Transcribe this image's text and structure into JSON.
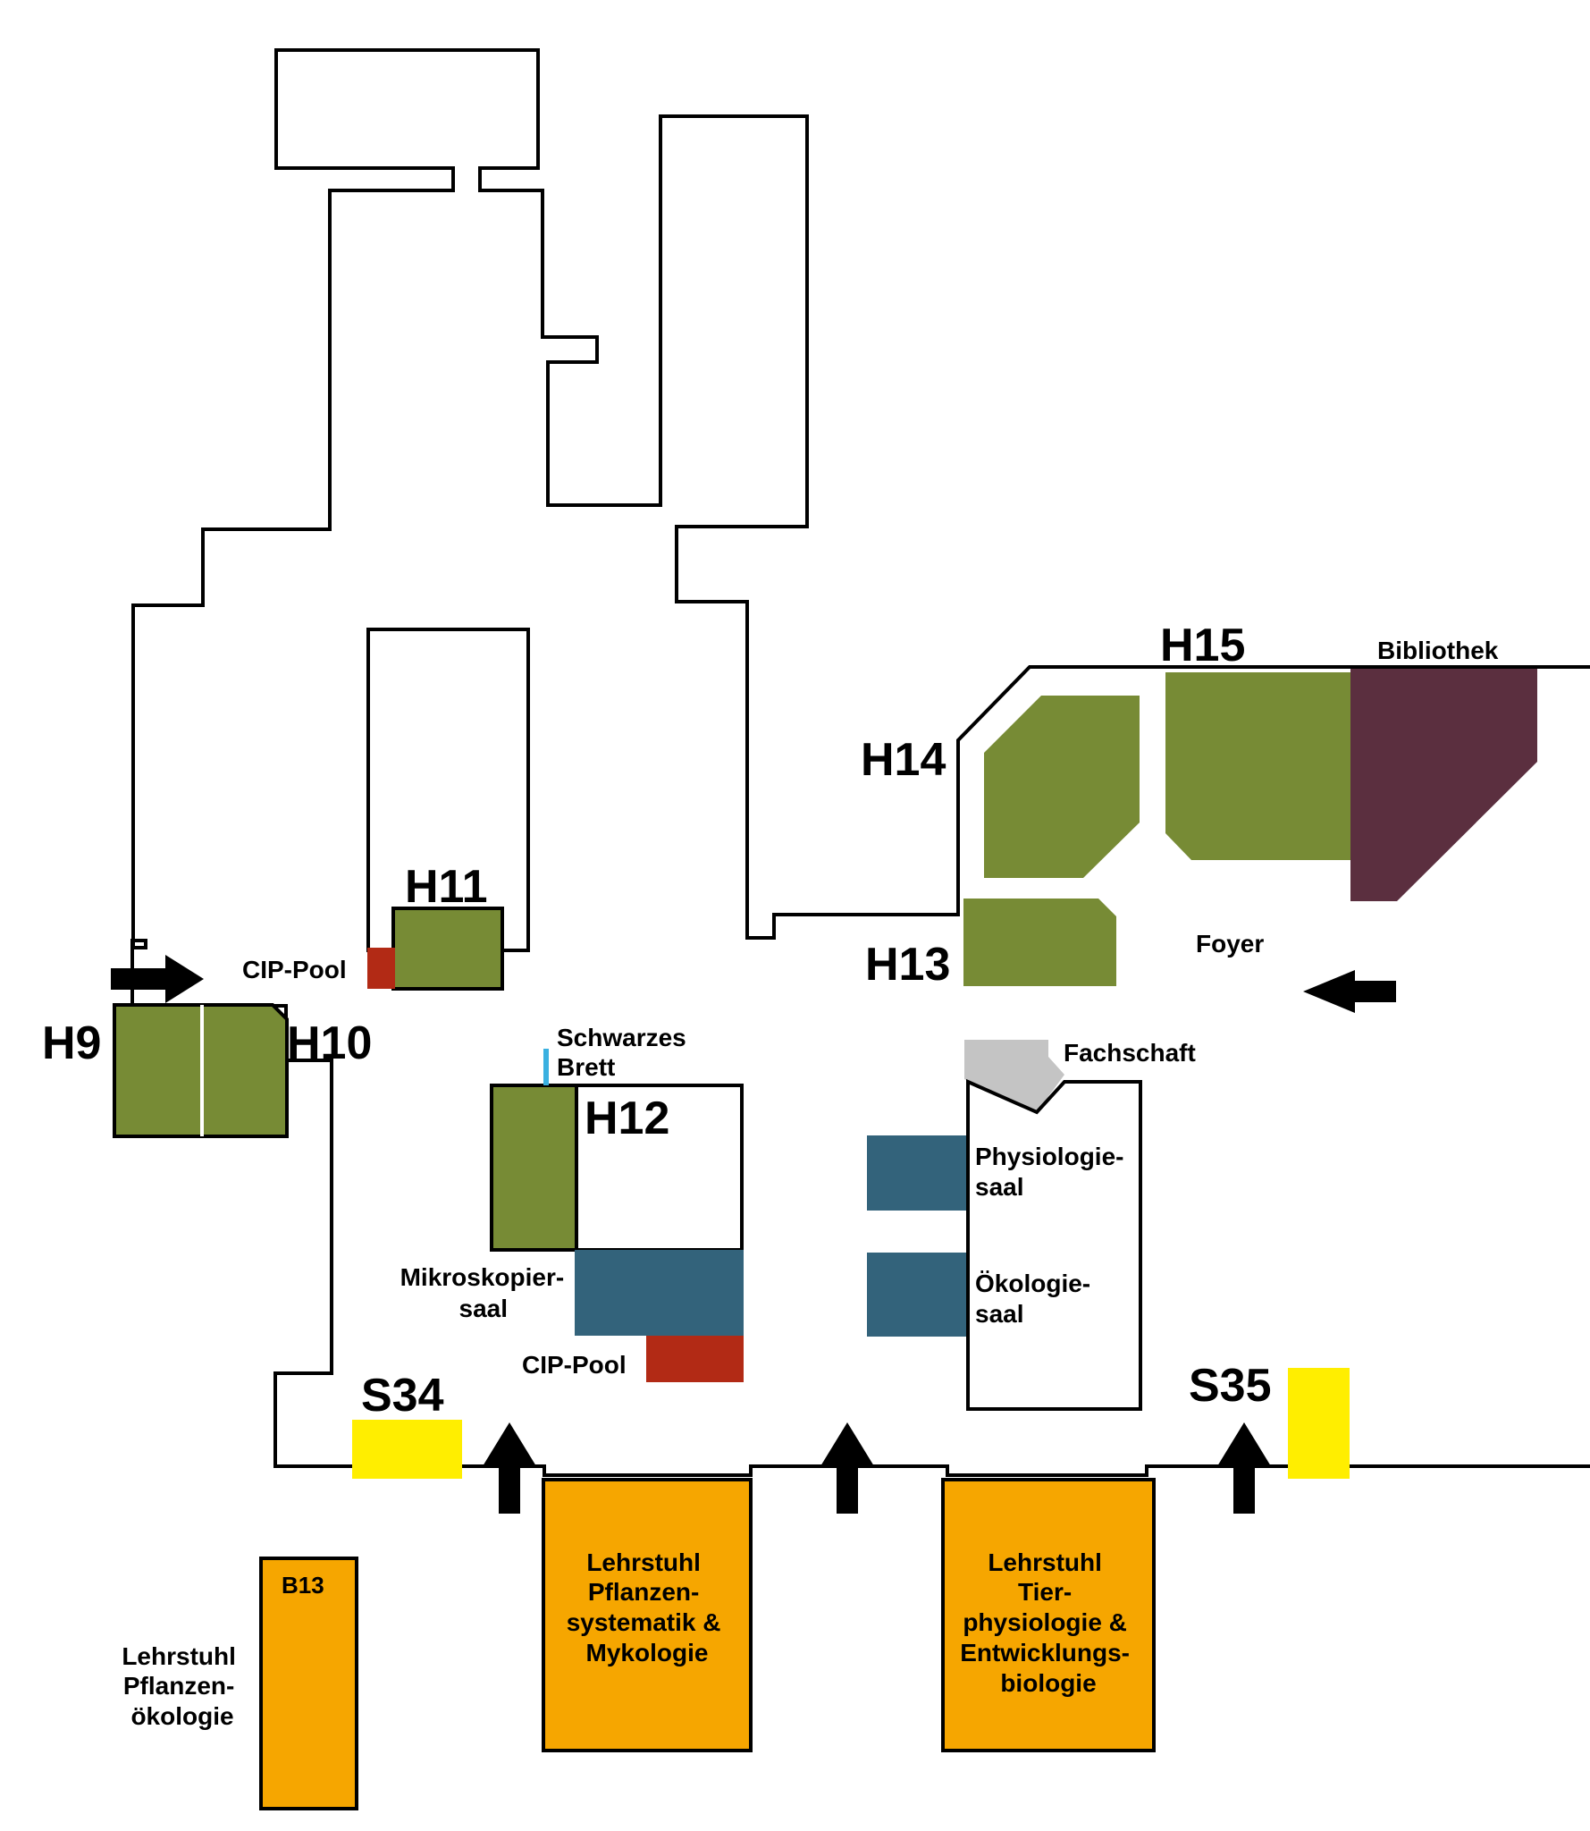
{
  "colors": {
    "lecture_hall": "#778b35",
    "lab_room": "#33637b",
    "cip_pool": "#b22a15",
    "seminar": "#ffee00",
    "chair": "#f6a600",
    "library": "#5b2f3f",
    "student_council": "#c4c4c4",
    "notice_board": "#3ab0e0",
    "walls": "#000000"
  },
  "labels": {
    "h9": "H9",
    "h10": "H10",
    "h11": "H11",
    "h12": "H12",
    "h13": "H13",
    "h14": "H14",
    "h15": "H15",
    "s34": "S34",
    "s35": "S35",
    "b13": "B13",
    "bibliothek": "Bibliothek",
    "foyer": "Foyer",
    "fachschaft": "Fachschaft",
    "cip_pool_upper": "CIP-Pool",
    "cip_pool_lower": "CIP-Pool",
    "schwarzes_brett": [
      "Schwarzes",
      "Brett"
    ],
    "mikroskopiersaal": [
      "Mikroskopier-",
      "saal"
    ],
    "physiologiesaal": [
      "Physiologie-",
      "saal"
    ],
    "oekologiesaal": [
      "Ökologie-",
      "saal"
    ],
    "lehrstuhl_pflanzensystematik": [
      "Lehrstuhl",
      "",
      "Pflanzen-",
      "systematik &",
      "Mykologie"
    ],
    "lehrstuhl_tierphysiologie": [
      "Lehrstuhl",
      "",
      "Tier-",
      "physiologie &",
      "Entwicklungs-",
      "biologie"
    ],
    "lehrstuhl_pflanzenoekologie": [
      "Lehrstuhl",
      "",
      "Pflanzen-",
      "ökologie"
    ]
  },
  "icons": {
    "entrance_arrows": [
      "arrow-right-icon",
      "arrow-left-icon",
      "arrow-up-icon",
      "arrow-up-icon",
      "arrow-up-icon"
    ]
  }
}
